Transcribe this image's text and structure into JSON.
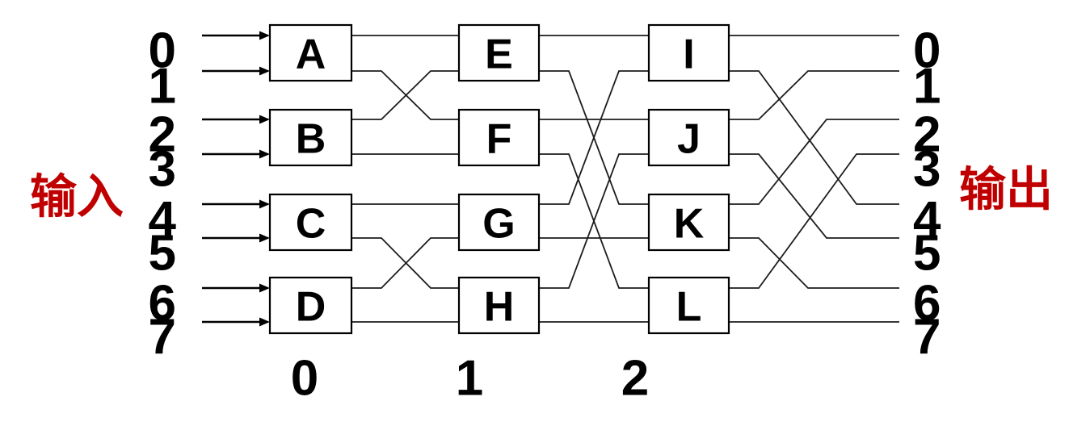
{
  "labels": {
    "left": "输入",
    "right": "输出"
  },
  "inputs": [
    "0",
    "1",
    "2",
    "3",
    "4",
    "5",
    "6",
    "7"
  ],
  "outputs": [
    "0",
    "1",
    "2",
    "3",
    "4",
    "5",
    "6",
    "7"
  ],
  "stages": [
    {
      "label": "0",
      "switches": [
        "A",
        "B",
        "C",
        "D"
      ]
    },
    {
      "label": "1",
      "switches": [
        "E",
        "F",
        "G",
        "H"
      ]
    },
    {
      "label": "2",
      "switches": [
        "I",
        "J",
        "K",
        "L"
      ]
    }
  ],
  "routing": {
    "input_to_stage0": [
      0,
      1,
      2,
      3,
      4,
      5,
      6,
      7
    ],
    "stage0_to_stage1": [
      0,
      2,
      1,
      3,
      4,
      6,
      5,
      7
    ],
    "stage1_to_stage2": [
      0,
      4,
      2,
      6,
      1,
      5,
      3,
      7
    ],
    "stage2_to_output": [
      0,
      4,
      1,
      5,
      2,
      6,
      3,
      7
    ]
  },
  "colors": {
    "accent": "#C00000",
    "wire": "#1c1c1c",
    "arrow": "#000000",
    "box_border": "#000000",
    "box_fill": "#ffffff",
    "text": "#000000",
    "background": "#ffffff"
  }
}
